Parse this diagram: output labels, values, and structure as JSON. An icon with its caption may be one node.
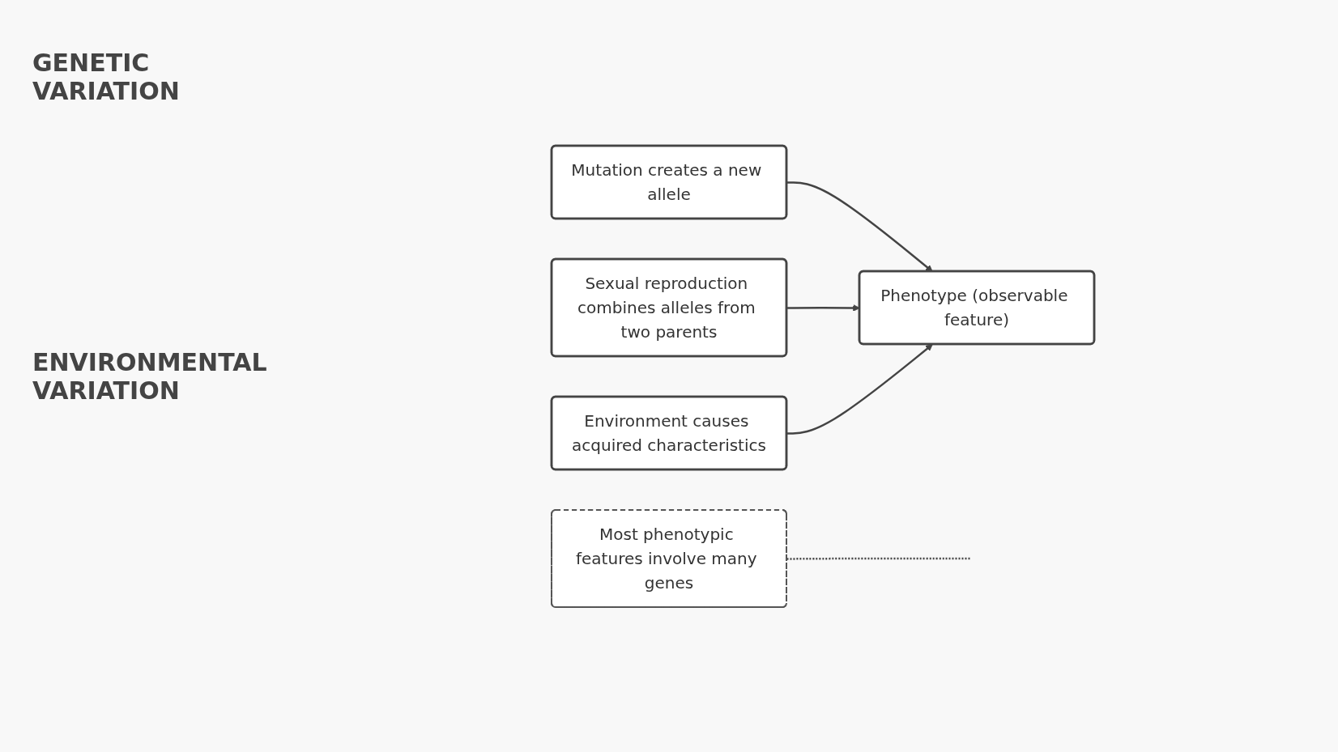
{
  "diagram": {
    "nodes": [
      {
        "text": [
          "Mutation creates a new allele"
        ]
      },
      {
        "text": [
          "Sexual reproduction combines alleles from two parents"
        ]
      },
      {
        "text": [
          "Most phenotypic features involve many genes"
        ]
      },
      {
        "text": [
          "Phenotype (observable feature)"
        ]
      },
      {
        "text": [
          "Environment causes acquired characteristics"
        ]
      }
    ],
    "edges": [
      {
        "from": 0,
        "to": 3,
        "arrow": "to"
      },
      {
        "from": 1,
        "to": 3,
        "arrow": "to"
      },
      {
        "from": 2,
        "to": null,
        "arrow": "none",
        "style": "dashed"
      },
      {
        "from": 4,
        "to": 3,
        "arrow": "to"
      }
    ],
    "labels": [
      "GENETIC VARIATION",
      "ENVIRONMENTAL VARIATION"
    ]
  }
}
